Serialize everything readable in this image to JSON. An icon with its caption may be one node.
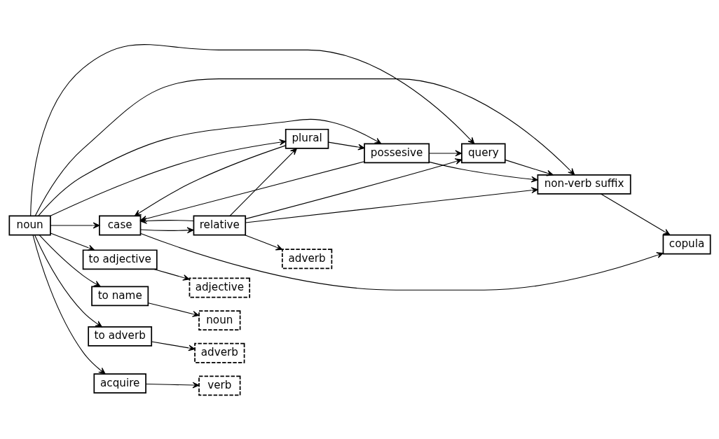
{
  "diagram": {
    "nodes": [
      {
        "text": [
          "query"
        ]
      },
      {
        "text": [
          "non-verb suffix"
        ]
      },
      {
        "text": [
          "noun"
        ]
      },
      {
        "text": [
          "possesive"
        ]
      },
      {
        "text": [
          "relative"
        ]
      },
      {
        "text": [
          "copula"
        ]
      },
      {
        "text": [
          "plural"
        ]
      },
      {
        "text": [
          "case"
        ]
      },
      {
        "text": [
          "adverb"
        ]
      },
      {
        "text": [
          "to adjective"
        ]
      },
      {
        "text": [
          "adjective"
        ]
      },
      {
        "text": [
          "to name"
        ]
      },
      {
        "text": [
          "noun"
        ]
      },
      {
        "text": [
          "to adverb"
        ]
      },
      {
        "text": [
          "adverb"
        ]
      },
      {
        "text": [
          "acquire"
        ]
      },
      {
        "text": [
          "verb"
        ]
      }
    ],
    "edges": [
      {
        "from": 2,
        "to": 0,
        "arrow": "to"
      },
      {
        "from": 2,
        "to": 1,
        "arrow": "to"
      },
      {
        "from": 2,
        "to": 3,
        "arrow": "to"
      },
      {
        "from": 2,
        "to": 6,
        "arrow": "to"
      },
      {
        "from": 2,
        "to": 7,
        "arrow": "to"
      },
      {
        "from": 2,
        "to": 9,
        "arrow": "to"
      },
      {
        "from": 2,
        "to": 11,
        "arrow": "to"
      },
      {
        "from": 2,
        "to": 13,
        "arrow": "to"
      },
      {
        "from": 2,
        "to": 15,
        "arrow": "to"
      },
      {
        "from": 0,
        "to": 1,
        "arrow": "to"
      },
      {
        "from": 3,
        "to": 0,
        "arrow": "to"
      },
      {
        "from": 3,
        "to": 1,
        "arrow": "to"
      },
      {
        "from": 3,
        "to": 7,
        "arrow": "to"
      },
      {
        "from": 4,
        "to": 0,
        "arrow": "to"
      },
      {
        "from": 4,
        "to": 1,
        "arrow": "to"
      },
      {
        "from": 4,
        "to": 6,
        "arrow": "to"
      },
      {
        "from": 4,
        "to": 7,
        "arrow": "to"
      },
      {
        "from": 4,
        "to": 8,
        "arrow": "to"
      },
      {
        "from": 7,
        "to": 4,
        "arrow": "to"
      },
      {
        "from": 7,
        "to": 5,
        "arrow": "to"
      },
      {
        "from": 6,
        "to": 3,
        "arrow": "to"
      },
      {
        "from": 6,
        "to": 7,
        "arrow": "to"
      },
      {
        "from": 1,
        "to": 5,
        "arrow": "to"
      },
      {
        "from": 9,
        "to": 10,
        "arrow": "to"
      },
      {
        "from": 11,
        "to": 12,
        "arrow": "to"
      },
      {
        "from": 13,
        "to": 14,
        "arrow": "to"
      },
      {
        "from": 15,
        "to": 16,
        "arrow": "to"
      }
    ]
  }
}
